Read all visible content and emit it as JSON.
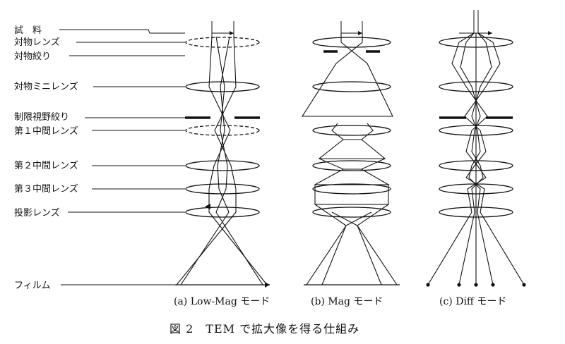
{
  "labels": {
    "specimen": "試　料",
    "objective_lens": "対物レンズ",
    "objective_aperture": "対物絞り",
    "objective_mini_lens": "対物ミニレンズ",
    "sa_aperture": "制限視野絞り",
    "intermediate1": "第１中間レンズ",
    "intermediate2": "第２中間レンズ",
    "intermediate3": "第３中間レンズ",
    "projector": "投影レンズ",
    "film": "フィルム"
  },
  "modes": {
    "a": "(a) Low-Mag モード",
    "b": "(b) Mag モード",
    "c": "(c) Diff モード"
  },
  "caption": "図 2　TEM で拡大像を得る仕組み"
}
